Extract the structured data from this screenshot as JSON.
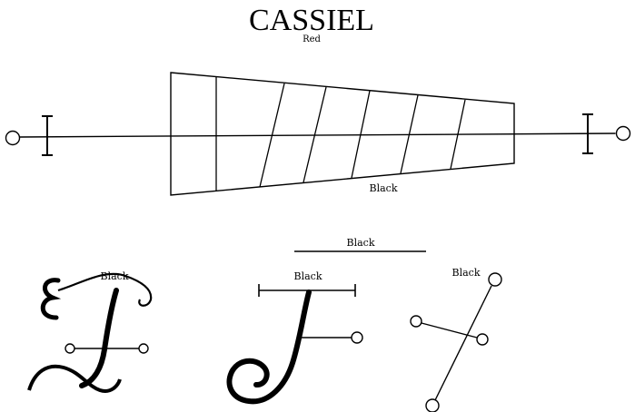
{
  "title": "CASSIEL",
  "subtitle": "Red",
  "labels": {
    "trapezoid": "Black",
    "bar": "Black",
    "sigil_left": "Black",
    "sigil_middle": "Black",
    "sigil_right": "Black"
  },
  "colors": {
    "ink": "#000000",
    "background": "#ffffff"
  }
}
